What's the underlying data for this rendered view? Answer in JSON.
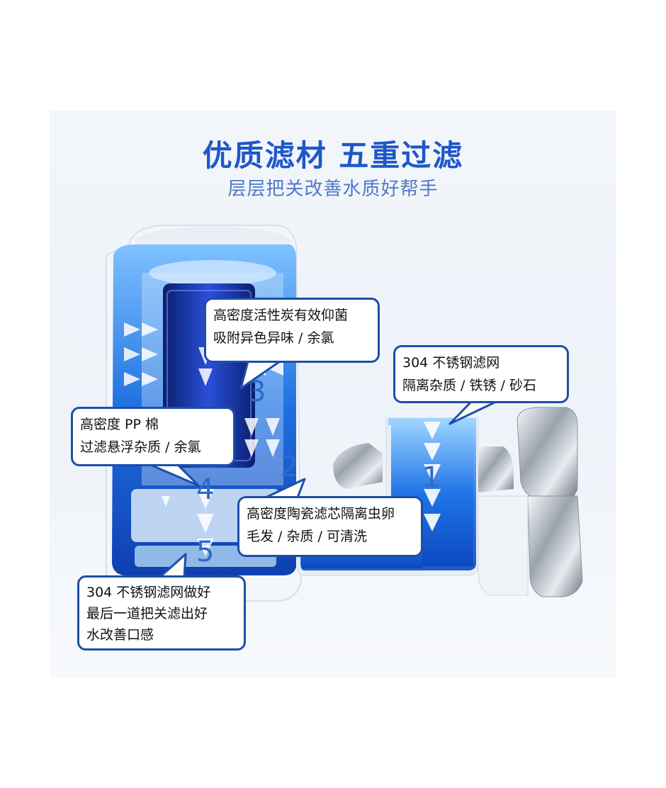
{
  "header": {
    "title": "优质滤材 五重过滤",
    "subtitle": "层层把关改善水质好帮手"
  },
  "stages": [
    {
      "number": "1",
      "lines": [
        "304 不锈钢滤网",
        "隔离杂质 / 铁锈 / 砂石"
      ]
    },
    {
      "number": "2",
      "lines": [
        "高密度陶瓷滤芯隔离虫卵",
        "毛发 / 杂质 / 可清洗"
      ]
    },
    {
      "number": "3",
      "lines": [
        "高密度活性炭有效仰菌",
        "吸附异色异味 / 余氯"
      ]
    },
    {
      "number": "4",
      "lines": [
        "高密度 PP 棉",
        "过滤悬浮杂质 / 余氯"
      ]
    },
    {
      "number": "5",
      "lines": [
        "304 不锈钢滤网做好",
        "最后一道把关滤出好",
        "水改善口感"
      ]
    }
  ],
  "colors": {
    "title": "#1f57c8",
    "subtitle": "#4f78c4",
    "callout_border": "#1c4fa8",
    "water_blue": "#1e6fe0"
  }
}
